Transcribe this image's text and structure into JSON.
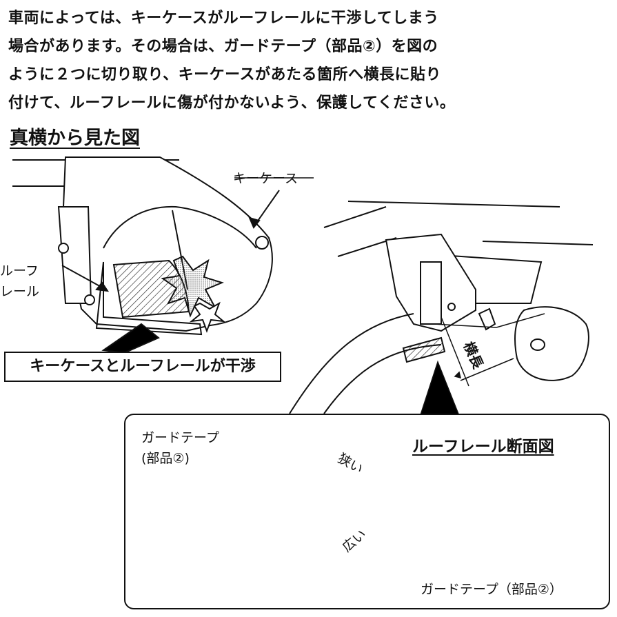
{
  "paragraph": {
    "lines": [
      "車両によっては、キーケースがルーフレールに干渉してしまう",
      "場合があります。その場合は、ガードテープ（部品②）を図の",
      "ように２つに切り取り、キーケースがあたる箇所へ横長に貼り",
      "付けて、ルーフレールに傷が付かないよう、保護してください。"
    ]
  },
  "side_view": {
    "heading": "真横から見た図",
    "key_case_label": "キーケース",
    "roof_rail_label_line1": "ルーフ",
    "roof_rail_label_line2": "レール",
    "callout": "キーケースとルーフレールが干渉"
  },
  "carrier": {
    "width_label": "横長"
  },
  "detail_panel": {
    "guard_tape_label_line1": "ガードテープ",
    "guard_tape_label_line2": "(部品②)",
    "narrow_label": "狭い",
    "wide_label": "広い",
    "section_title": "ルーフレール断面図",
    "section_caption": "ガードテープ（部品②）"
  }
}
